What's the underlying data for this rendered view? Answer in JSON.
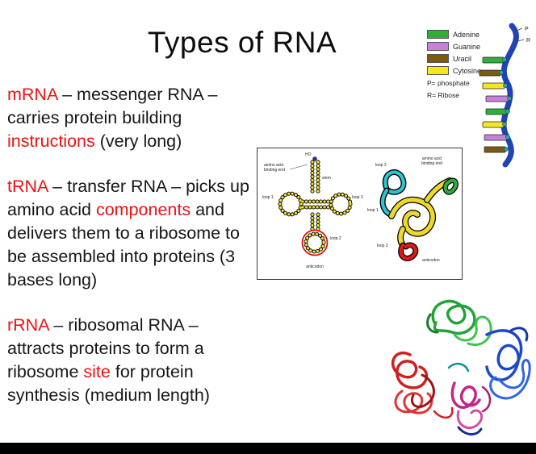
{
  "slide": {
    "bg_color": "#ffffff",
    "accent_red": "#ee1111",
    "bottom_bar_color": "#000000"
  },
  "title": "Types of RNA",
  "paragraphs": {
    "mrna": {
      "term": "mRNA",
      "mid": " – messenger RNA – carries protein building ",
      "highlight": "instructions",
      "tail": " (very long)"
    },
    "trna": {
      "term": "tRNA",
      "mid": " – transfer RNA – picks up amino acid ",
      "highlight": "components",
      "tail": " and delivers them to a ribosome  to be assembled into proteins (3 bases long)"
    },
    "rrna": {
      "term": "rRNA",
      "mid": " – ribosomal RNA – attracts proteins to form a ribosome ",
      "highlight": "site",
      "tail": " for protein synthesis (medium length)"
    }
  },
  "legend": {
    "items": [
      {
        "label": "Adenine",
        "color": "#2fae3e"
      },
      {
        "label": "Guanine",
        "color": "#c583d8"
      },
      {
        "label": "Uracil",
        "color": "#7d5a13"
      },
      {
        "label": "Cytosine",
        "color": "#f5e723"
      }
    ],
    "note_phosphate": "P= phosphate",
    "note_ribose": "R= Ribose",
    "strand_p": "P",
    "strand_r": "R"
  },
  "trna_figure": {
    "cloverleaf": {
      "ho": "HO",
      "binding_line1": "amino acid",
      "binding_line2": "binding end",
      "stem": "stem",
      "loop1": "loop 1",
      "loop2": "loop 2",
      "loop3": "loop 3",
      "anticodon": "anticodon"
    },
    "folded": {
      "binding_line1": "amino acid",
      "binding_line2": "binding end",
      "loop1": "loop 1",
      "loop2": "loop 2",
      "loop3": "loop 3",
      "anticodon": "anticodon"
    }
  }
}
